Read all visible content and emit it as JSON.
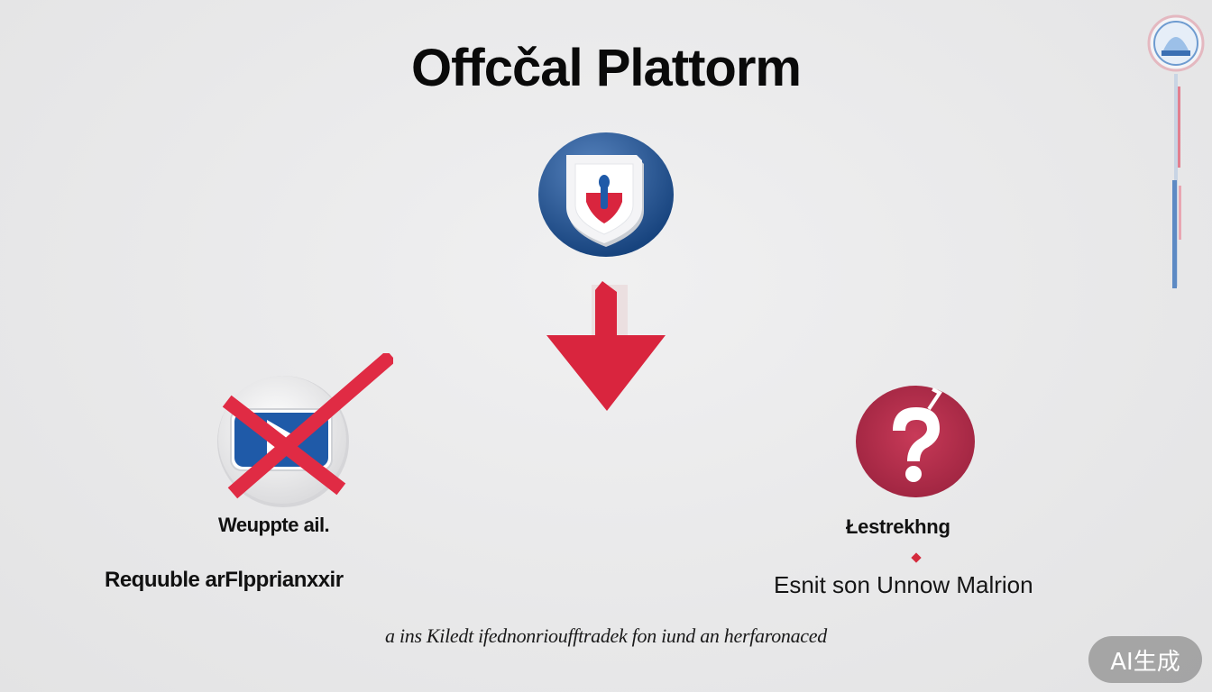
{
  "header": {
    "title": "Offcčal Plattorm"
  },
  "left": {
    "label": "Weupptе ail.",
    "sublabel": "Requuble arFlpprianxxir"
  },
  "right": {
    "label": "Łestrekhng",
    "sublabel": "Esnit son Unnow Malrion"
  },
  "footer": {
    "caption": "a ins Kiledt ifednonrioufftradek fon iund an herfaronaced"
  },
  "badge": {
    "label": "AI生成"
  },
  "colors": {
    "brand_blue": "#1f5aa8",
    "alert_red": "#d9253e",
    "muted_crimson": "#b8304c",
    "background": "#e9e9ea"
  },
  "icons": {
    "center": "shield-icon",
    "arrow": "down-arrow-icon",
    "left": "blocked-video-icon",
    "right": "question-mark-icon",
    "corner": "emblem-icon"
  }
}
